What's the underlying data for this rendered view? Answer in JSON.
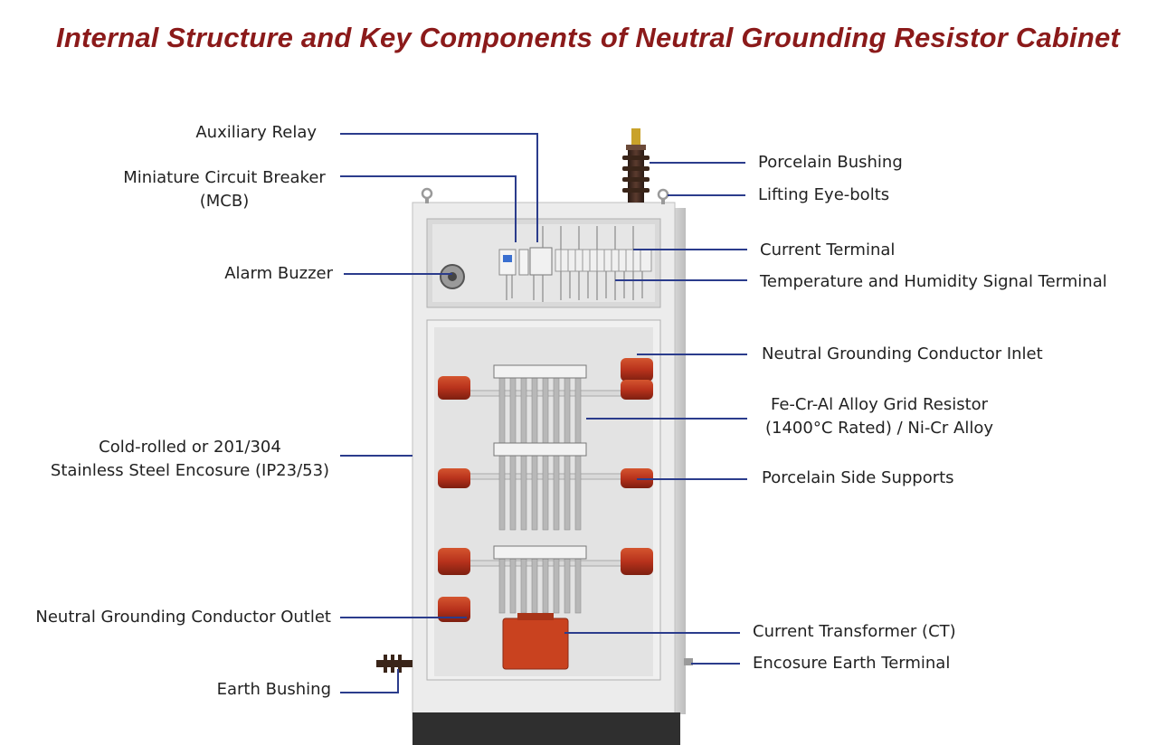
{
  "title": "Internal Structure and Key Components of Neutral Grounding Resistor Cabinet",
  "colors": {
    "title": "#8b1a1a",
    "leader": "#2b3c8c",
    "resistor": "#b8321c"
  },
  "labels": {
    "auxiliary_relay": "Auxiliary Relay",
    "mcb_line1": "Miniature Circuit Breaker",
    "mcb_line2": "(MCB)",
    "alarm_buzzer": "Alarm Buzzer",
    "enclosure_line1": "Cold-rolled or 201/304",
    "enclosure_line2": "Stainless Steel Encosure (IP23/53)",
    "outlet": "Neutral Grounding Conductor Outlet",
    "earth_bushing": "Earth Bushing",
    "porcelain_bushing": "Porcelain Bushing",
    "lifting_eyebolts": "Lifting Eye-bolts",
    "current_terminal": "Current Terminal",
    "temp_humidity": "Temperature and Humidity Signal Terminal",
    "inlet": "Neutral Grounding Conductor Inlet",
    "grid_line1": "Fe-Cr-Al Alloy Grid Resistor",
    "grid_line2": "(1400°C Rated) / Ni-Cr Alloy",
    "side_supports": "Porcelain Side Supports",
    "ct": "Current Transformer (CT)",
    "earth_terminal": "Encosure Earth Terminal"
  }
}
